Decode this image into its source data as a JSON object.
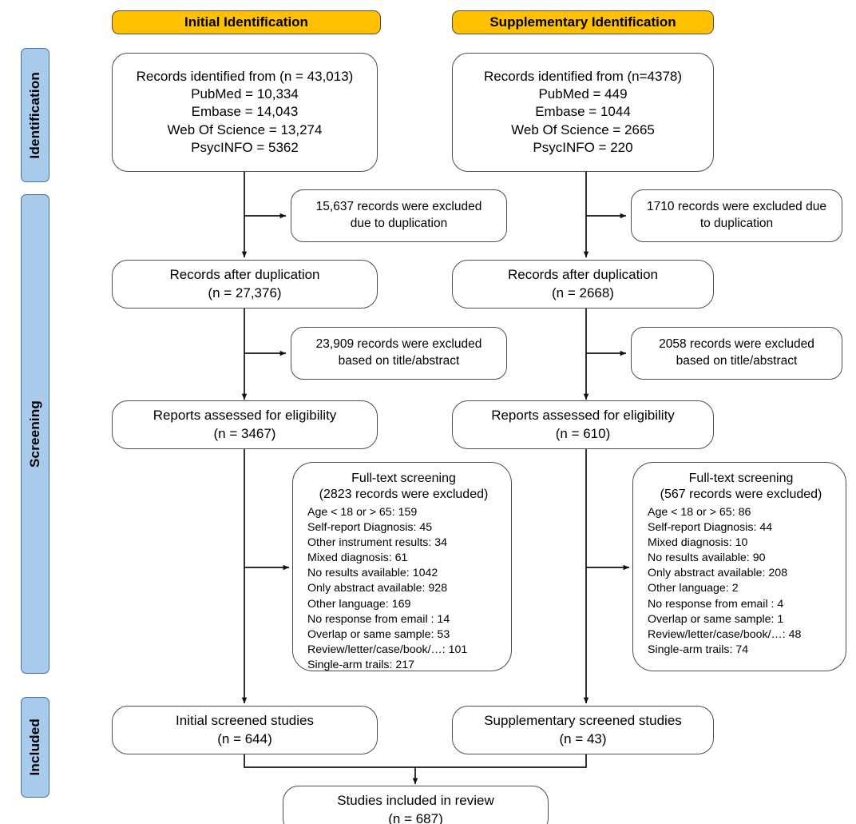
{
  "diagram": {
    "title": "PRISMA flow diagram",
    "accents": {
      "header_fill": "#FFC000",
      "stage_fill": "#A8CBEC",
      "stage_border": "#41719C",
      "box_border": "#4D4D4D",
      "background": "#FFFFFF"
    }
  },
  "stages": [
    {
      "id": "identification",
      "label": "Identification"
    },
    {
      "id": "screening",
      "label": "Screening"
    },
    {
      "id": "included",
      "label": "Included"
    }
  ],
  "columns": [
    {
      "id": "initial",
      "header": "Initial  Identification"
    },
    {
      "id": "supplementary",
      "header": "Supplementary Identification"
    }
  ],
  "initial": {
    "identified": {
      "lines": [
        "Records identified from  (n = 43,013)",
        "PubMed = 10,334",
        "Embase = 14,043",
        "Web Of Science = 13,274",
        "PsycINFO = 5362"
      ]
    },
    "excluded_duplication": {
      "lines": [
        "15,637 records were excluded",
        "due to duplication"
      ]
    },
    "after_duplication": {
      "lines": [
        "Records after duplication",
        "(n = 27,376)"
      ]
    },
    "excluded_title_abstract": {
      "lines": [
        "23,909 records were excluded",
        "based on title/abstract"
      ]
    },
    "assessed": {
      "lines": [
        "Reports assessed for eligibility",
        "(n = 3467)"
      ]
    },
    "fulltext": {
      "head": [
        "Full-text screening",
        "(2823 records were excluded)"
      ],
      "reasons": [
        "Age < 18 or > 65: 159",
        "Self-report Diagnosis: 45",
        "Other instrument results: 34",
        "Mixed diagnosis: 61",
        "No results available: 1042",
        "Only abstract available: 928",
        "Other language: 169",
        "No response from email : 14",
        "Overlap or same sample: 53",
        "Review/letter/case/book/…: 101",
        "Single-arm trails: 217"
      ]
    },
    "screened": {
      "lines": [
        "Initial screened studies",
        "(n = 644)"
      ]
    }
  },
  "supplementary": {
    "identified": {
      "lines": [
        "Records identified from  (n=4378)",
        "PubMed = 449",
        "Embase = 1044",
        "Web Of Science = 2665",
        "PsycINFO = 220"
      ]
    },
    "excluded_duplication": {
      "lines": [
        "1710 records were excluded due",
        "to duplication"
      ]
    },
    "after_duplication": {
      "lines": [
        "Records after duplication",
        "(n = 2668)"
      ]
    },
    "excluded_title_abstract": {
      "lines": [
        "2058 records were excluded",
        "based on title/abstract"
      ]
    },
    "assessed": {
      "lines": [
        "Reports assessed for eligibility",
        "(n = 610)"
      ]
    },
    "fulltext": {
      "head": [
        "Full-text screening",
        "(567 records were excluded)"
      ],
      "reasons": [
        "Age < 18 or > 65: 86",
        "Self-report Diagnosis: 44",
        "Mixed diagnosis: 10",
        "No results available: 90",
        "Only abstract available: 208",
        "Other language: 2",
        "No response from email : 4",
        "Overlap or same sample: 1",
        "Review/letter/case/book/…: 48",
        "Single-arm trails: 74"
      ]
    },
    "screened": {
      "lines": [
        "Supplementary screened studies",
        "(n = 43)"
      ]
    }
  },
  "final": {
    "lines": [
      "Studies included in review",
      "(n = 687)"
    ]
  }
}
